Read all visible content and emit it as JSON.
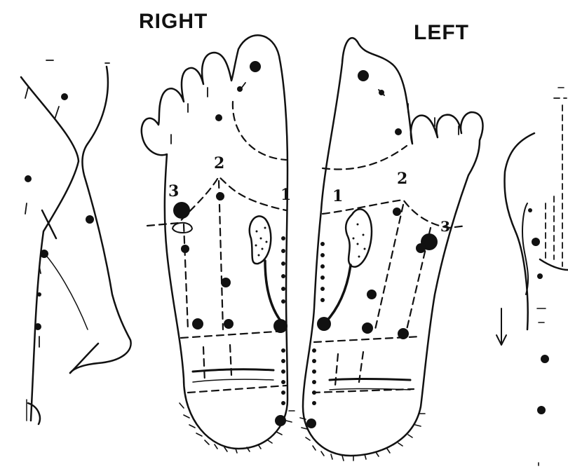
{
  "headings": {
    "right": "RIGHT",
    "left": "LEFT"
  },
  "zone_numbers": {
    "right_foot": [
      "1",
      "2",
      "3"
    ],
    "left_foot": [
      "1",
      "2",
      "3"
    ]
  },
  "colors": {
    "ink": "#111111",
    "paper": "#ffffff"
  }
}
